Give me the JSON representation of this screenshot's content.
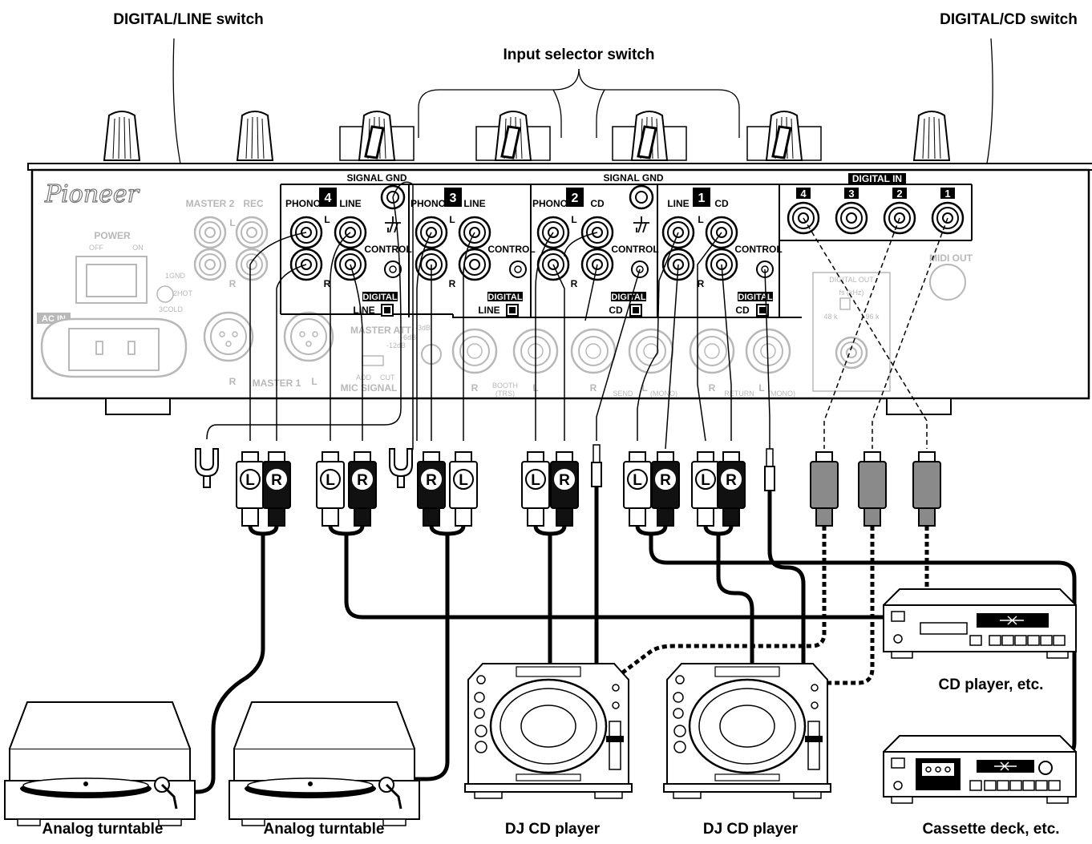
{
  "callouts": {
    "digital_line_switch": "DIGITAL/LINE switch",
    "digital_cd_switch": "DIGITAL/CD switch",
    "input_selector_switch": "Input selector switch"
  },
  "panel": {
    "brand": "Pioneer",
    "signal_gnd_left": "SIGNAL GND",
    "signal_gnd_right": "SIGNAL GND",
    "digital_in": "DIGITAL IN",
    "power": "POWER",
    "off": "OFF",
    "on": "ON",
    "ac_in": "AC IN",
    "master2": "MASTER 2",
    "rec": "REC",
    "master1": "MASTER 1",
    "master_att": "MASTER ATT",
    "mic_signal": "MIC SIGNAL",
    "add": "ADD",
    "cut": "CUT",
    "booth": "BOOTH",
    "trs": "(TRS)",
    "send": "SEND",
    "return": "RETURN",
    "mono": "(MONO)",
    "midi_out": "MIDI OUT",
    "digital_out": "DIGITAL OUT",
    "fs": "fs (kHz)",
    "k48": "48 k",
    "k96": "96 k",
    "gnd1": "1GND",
    "hot2": "2HOT",
    "cold3": "3COLD",
    "db3": "-3dB",
    "db6": "-6dB",
    "db12": "-12dB",
    "L": "L",
    "R": "R",
    "ch4": {
      "num": "4",
      "phono": "PHONO",
      "line": "LINE",
      "control": "CONTROL",
      "digital": "DIGITAL",
      "line_sw": "LINE"
    },
    "ch3": {
      "num": "3",
      "phono": "PHONO",
      "line": "LINE",
      "control": "CONTROL",
      "digital": "DIGITAL",
      "line_sw": "LINE"
    },
    "ch2": {
      "num": "2",
      "phono": "PHONO",
      "cd": "CD",
      "control": "CONTROL",
      "digital": "DIGITAL",
      "cd_sw": "CD"
    },
    "ch1": {
      "num": "1",
      "line": "LINE",
      "cd": "CD",
      "control": "CONTROL",
      "digital": "DIGITAL",
      "cd_sw": "CD"
    },
    "digital_in_nums": [
      "4",
      "3",
      "2",
      "1"
    ]
  },
  "plugs": {
    "left": "L",
    "right": "R"
  },
  "devices": {
    "turntable_1": "Analog turntable",
    "turntable_2": "Analog turntable",
    "dj_cd_1": "DJ CD player",
    "dj_cd_2": "DJ CD player",
    "cd_player": "CD player, etc.",
    "cassette": "Cassette deck, etc."
  },
  "colors": {
    "line": "#000000",
    "faded": "#b8b8b8",
    "plug_black": "#111111",
    "plug_grey": "#8a8a8a"
  }
}
